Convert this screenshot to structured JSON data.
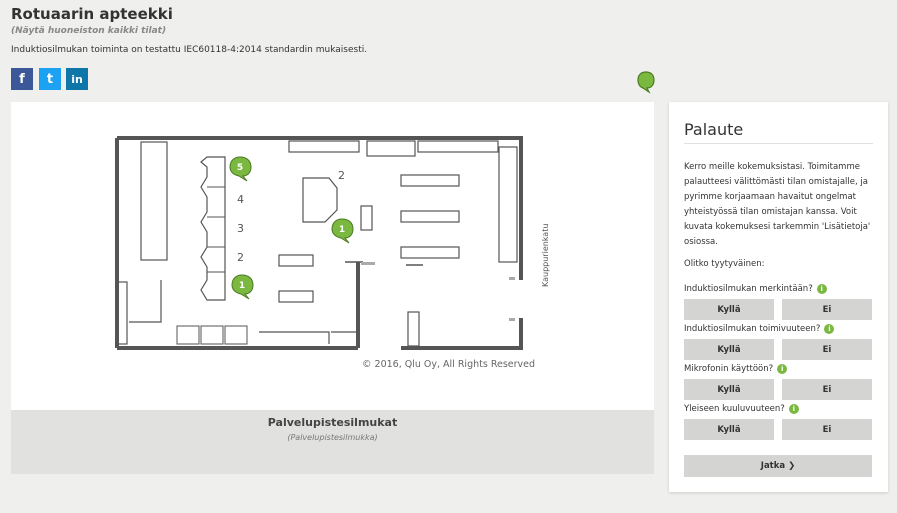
{
  "header": {
    "title": "Rotuaarin apteekki",
    "subtitle": "(Näytä huoneiston kaikki tilat)",
    "description": "Induktiosilmukan toiminta on testattu IEC60118-4:2014 standardin mukaisesti."
  },
  "social": {
    "facebook": "f",
    "twitter": "t",
    "linkedin": "in"
  },
  "map": {
    "street_label": "Kauppurienkatu",
    "copyright": "© 2016, Qlu Oy, All Rights Reserved",
    "room_number": "2",
    "counter_numbers": [
      "4",
      "3",
      "2"
    ],
    "markers": [
      "5",
      "1",
      "1"
    ],
    "caption_title": "Palvelupistesilmukat",
    "caption_subtitle": "(Palvelupistesilmukka)"
  },
  "feedback": {
    "heading": "Palaute",
    "intro": "Kerro meille kokemuksistasi. Toimitamme palautteesi välittömästi tilan omistajalle, ja pyrimme korjaamaan havaitut ongelmat yhteistyössä tilan omistajan kanssa. Voit kuvata kokemuksesi tarkemmin 'Lisätietoja' osiossa.",
    "ask": "Olitko tyytyväinen:",
    "info_glyph": "i",
    "questions": [
      {
        "text": "Induktiosilmukan merkintään?",
        "yes": "Kyllä",
        "no": "Ei"
      },
      {
        "text": "Induktiosilmukan toimivuuteen?",
        "yes": "Kyllä",
        "no": "Ei"
      },
      {
        "text": "Mikrofonin käyttöön?",
        "yes": "Kyllä",
        "no": "Ei"
      },
      {
        "text": "Yleiseen kuuluvuuteen?",
        "yes": "Kyllä",
        "no": "Ei"
      }
    ],
    "next_label": "Jatka ❯"
  },
  "colors": {
    "marker_green": "#7ab840",
    "wall": "#555555",
    "button": "#d4d4d2"
  }
}
